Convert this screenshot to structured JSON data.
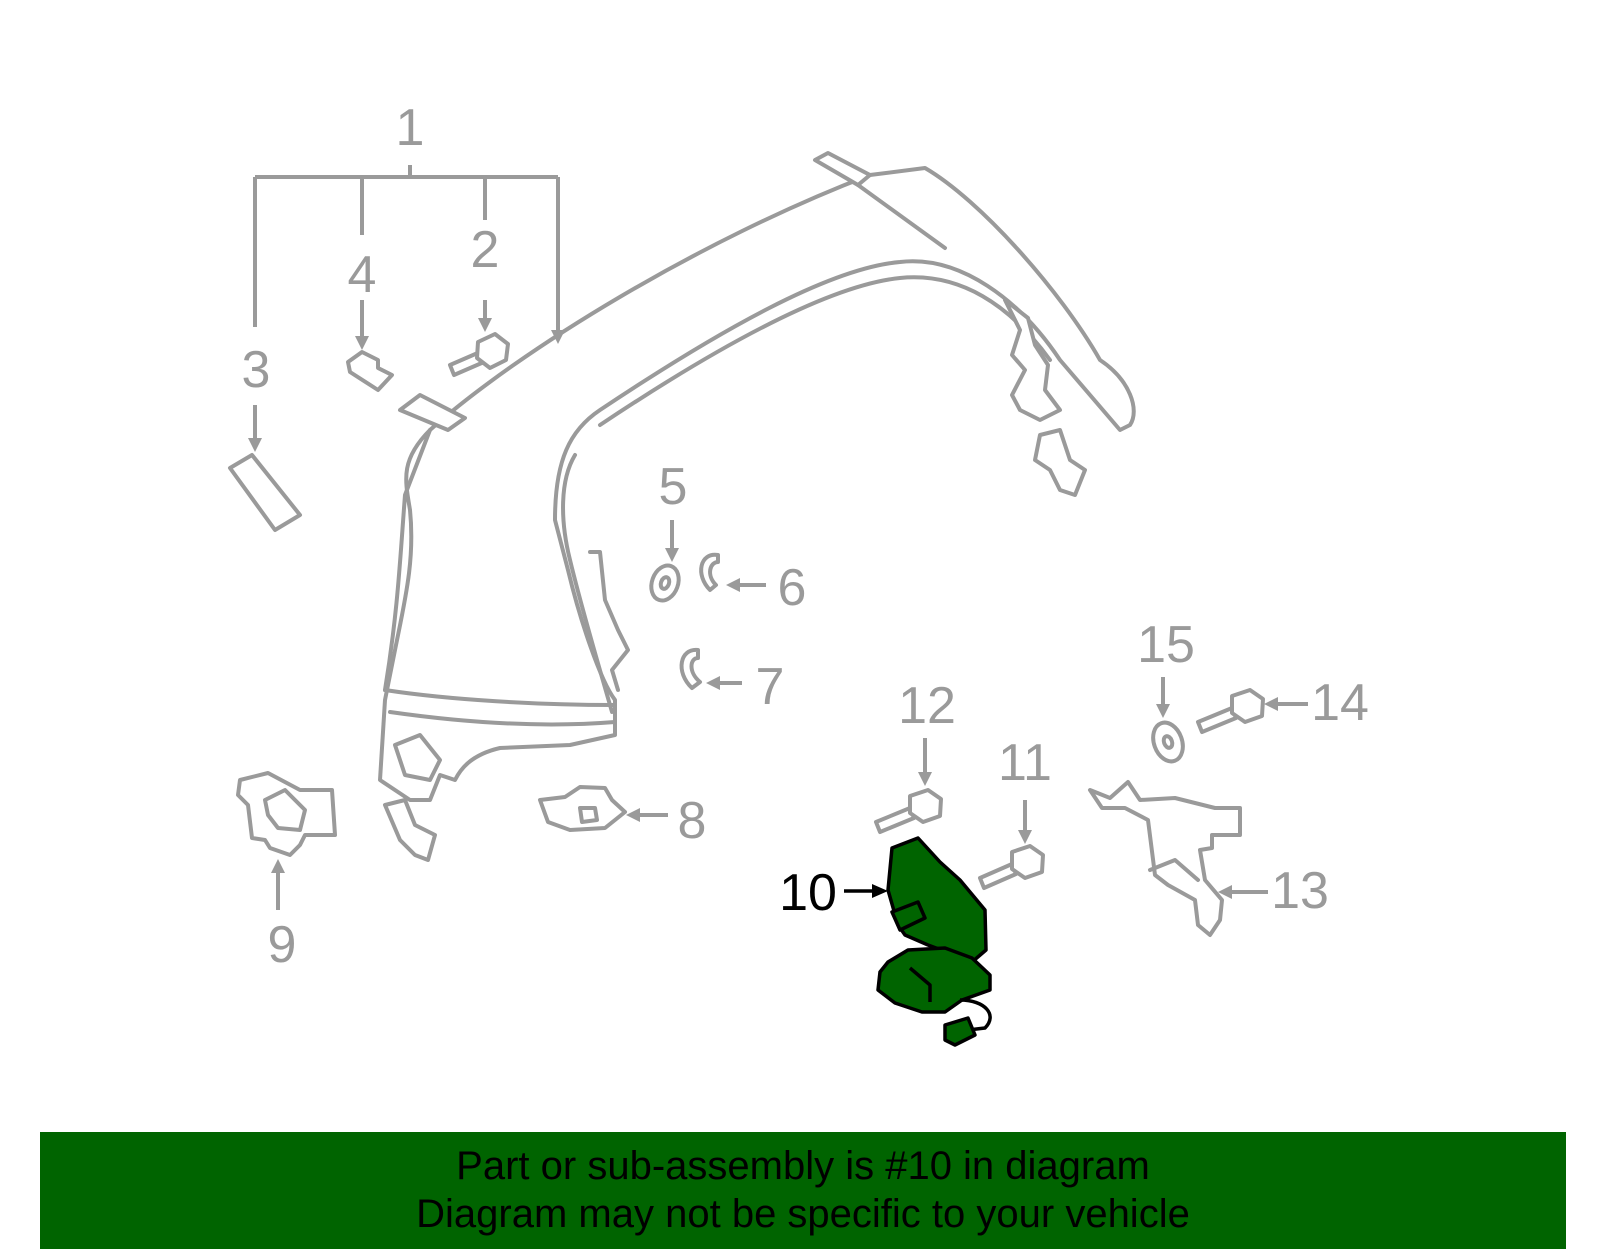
{
  "banner": {
    "line1": "Part or sub-assembly is #10 in diagram",
    "line2": "Diagram may not be specific to your vehicle",
    "color": "#006400"
  },
  "highlight_color": "#006400",
  "part_outline_color": "#9a9a9a",
  "callouts": {
    "c1": "1",
    "c2": "2",
    "c3": "3",
    "c4": "4",
    "c5": "5",
    "c6": "6",
    "c7": "7",
    "c8": "8",
    "c9": "9",
    "c10": "10",
    "c11": "11",
    "c12": "12",
    "c13": "13",
    "c14": "14",
    "c15": "15"
  },
  "highlighted_callout": "10"
}
